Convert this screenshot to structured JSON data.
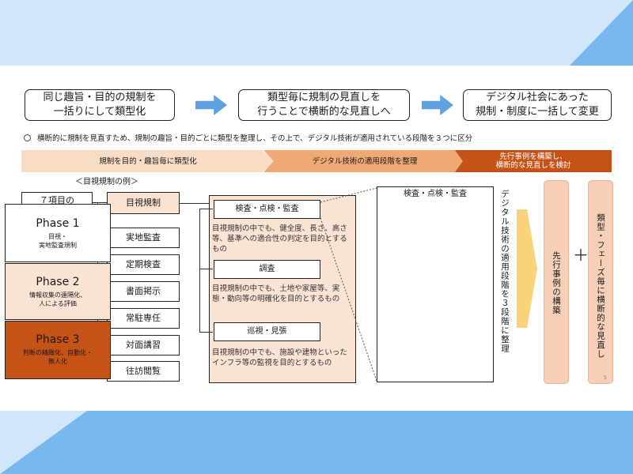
{
  "flow": [
    {
      "text": "同じ趣旨・目的の規制を\n一括りにして類型化"
    },
    {
      "text": "類型毎に規制の見直しを\n行うことで横断的な見直しへ"
    },
    {
      "text": "デジタル社会にあった\n規制・制度に一括して変更"
    }
  ],
  "bullet": "横断的に規制を見直すため、規制の趣旨・目的ごとに類型を整理し、その上で、デジタル技術が適用されている段階を３つに区分",
  "steps": [
    {
      "text": "規制を目的・趣旨毎に類型化"
    },
    {
      "text": "デジタル技術の適用段階を整理"
    },
    {
      "text": "先行事例を構築し、\n横断的な見直しを検討"
    }
  ],
  "example_label": "＜目視規制の例＞",
  "root": "７項目の\nアナログ規制",
  "regulations": [
    "目視規制",
    "実地監査",
    "定期検査",
    "書面掲示",
    "常駐専任",
    "対面講習",
    "往訪閲覧"
  ],
  "details": [
    {
      "head": "検査・点検・監査",
      "desc": "目視規制の中でも、健全度、長さ、高さ等、基準への適合性の判定を目的とするもの"
    },
    {
      "head": "調査",
      "desc": "目視規制の中でも、土地や家屋等、実態・動向等の明確化を目的とするもの"
    },
    {
      "head": "巡視・見張",
      "desc": "目視規制の中でも、施設や建物といったインフラ等の監視を目的とするもの"
    }
  ],
  "phase_panel_title": "検査・点検・監査",
  "phases": [
    {
      "title": "Phase 1",
      "sub": "目視・\n実地監査規制"
    },
    {
      "title": "Phase 2",
      "sub": "情報収集の遠隔化、\n人による評価"
    },
    {
      "title": "Phase 3",
      "sub": "判断の精緻化、自動化・\n無人化"
    }
  ],
  "vertical_note": "デジタル技術の適用段階を３段階に整理",
  "result_1": "先行事例の構築",
  "plus": "＋",
  "result_2": "類型・フェーズ毎に横断的な見直し",
  "page_number": "5",
  "colors": {
    "band_light": "#cfe6fb",
    "band_dark": "#79b8ee",
    "arrow_blue": "#5ea3e0",
    "step1": "#f9dcc6",
    "step2": "#f0a874",
    "step3": "#c65316",
    "panel_pink": "#fbe3d4",
    "gold": "#f9d27a",
    "result": "#f7cfb8"
  }
}
